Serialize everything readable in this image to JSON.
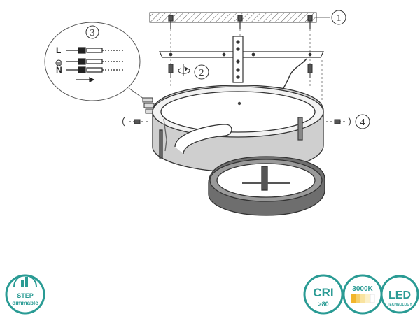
{
  "callouts": {
    "c1": "1",
    "c2": "2",
    "c3": "3",
    "c4": "4"
  },
  "wiring": {
    "live": "L",
    "neutral": "N"
  },
  "badges": {
    "step": {
      "line1": "STEP",
      "line2": "dimmable",
      "color": "#2a9b94"
    },
    "cri": {
      "label": "CRI",
      "value": ">80",
      "color": "#2a9b94"
    },
    "cct": {
      "label": "3000K",
      "color": "#2a9b94",
      "bar_colors": [
        "#f2b52a",
        "#f6cf6a",
        "#f9e39f",
        "#fcf0c8",
        "#ffffff"
      ]
    },
    "led": {
      "label": "LED",
      "sub": "TECHNOLOGY",
      "color": "#2a9b94"
    }
  },
  "colors": {
    "line": "#333333",
    "fixture_dark": "#3a3a3a",
    "fixture_mid": "#8c8c8c",
    "fixture_light": "#d9d9d9"
  }
}
